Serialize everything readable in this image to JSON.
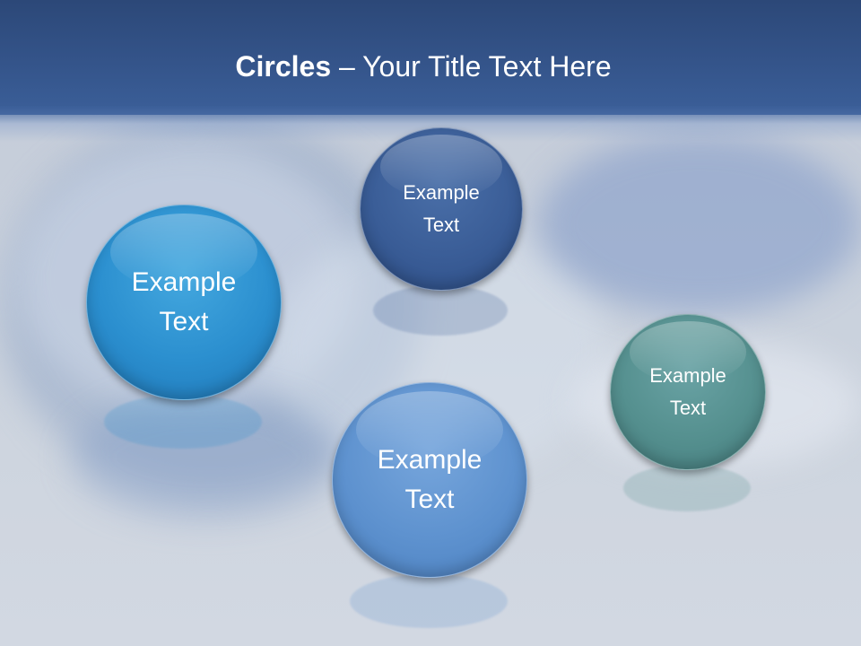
{
  "slide": {
    "title_bold": "Circles",
    "title_rest": " – Your Title Text Here"
  },
  "circles": [
    {
      "label": "Example\nText",
      "color": "#2b8fcf"
    },
    {
      "label": "Example\nText",
      "color": "#3a5d97"
    },
    {
      "label": "Example\nText",
      "color": "#5e92cf"
    },
    {
      "label": "Example\nText",
      "color": "#55908f"
    }
  ],
  "colors": {
    "header": "#34548a",
    "background": "#c8d0dc"
  }
}
